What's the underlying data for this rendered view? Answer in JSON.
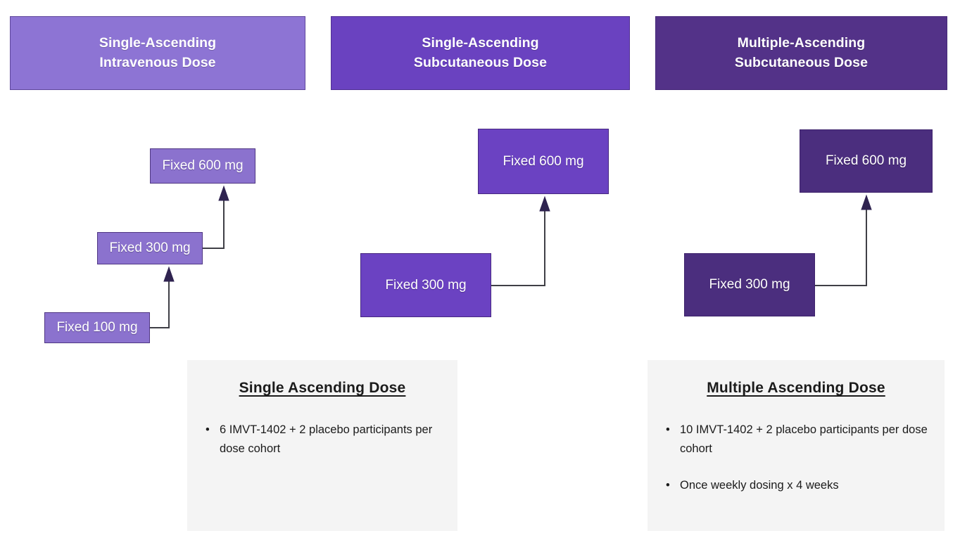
{
  "diagram": {
    "type": "dose-escalation-schema",
    "columns": [
      {
        "id": "sad-iv",
        "header_line1": "Single-Ascending",
        "header_line2": "Intravenous Dose",
        "header_color": "#8D74D4",
        "box_color": "#8B72CE",
        "steps": [
          {
            "label": "Fixed 100 mg",
            "dose_mg": 100
          },
          {
            "label": "Fixed 300 mg",
            "dose_mg": 300
          },
          {
            "label": "Fixed 600 mg",
            "dose_mg": 600
          }
        ]
      },
      {
        "id": "sad-sc",
        "header_line1": "Single-Ascending",
        "header_line2": "Subcutaneous Dose",
        "header_color": "#6A42C0",
        "box_color": "#6B42C2",
        "steps": [
          {
            "label": "Fixed 300 mg",
            "dose_mg": 300
          },
          {
            "label": "Fixed 600 mg",
            "dose_mg": 600
          }
        ]
      },
      {
        "id": "mad-sc",
        "header_line1": "Multiple-Ascending",
        "header_line2": "Subcutaneous Dose",
        "header_color": "#533288",
        "box_color": "#4B2E7E",
        "steps": [
          {
            "label": "Fixed 300 mg",
            "dose_mg": 300
          },
          {
            "label": "Fixed 600 mg",
            "dose_mg": 600
          }
        ]
      }
    ]
  },
  "panels": {
    "sad": {
      "title": "Single Ascending Dose",
      "bullet_glyph": "•",
      "bullets": [
        "6 IMVT-1402 + 2 placebo participants per dose cohort"
      ]
    },
    "mad": {
      "title": "Multiple Ascending Dose",
      "bullet_glyph": "•",
      "bullets": [
        "10 IMVT-1402 + 2 placebo participants per dose cohort",
        "Once weekly dosing x 4 weeks"
      ]
    }
  }
}
